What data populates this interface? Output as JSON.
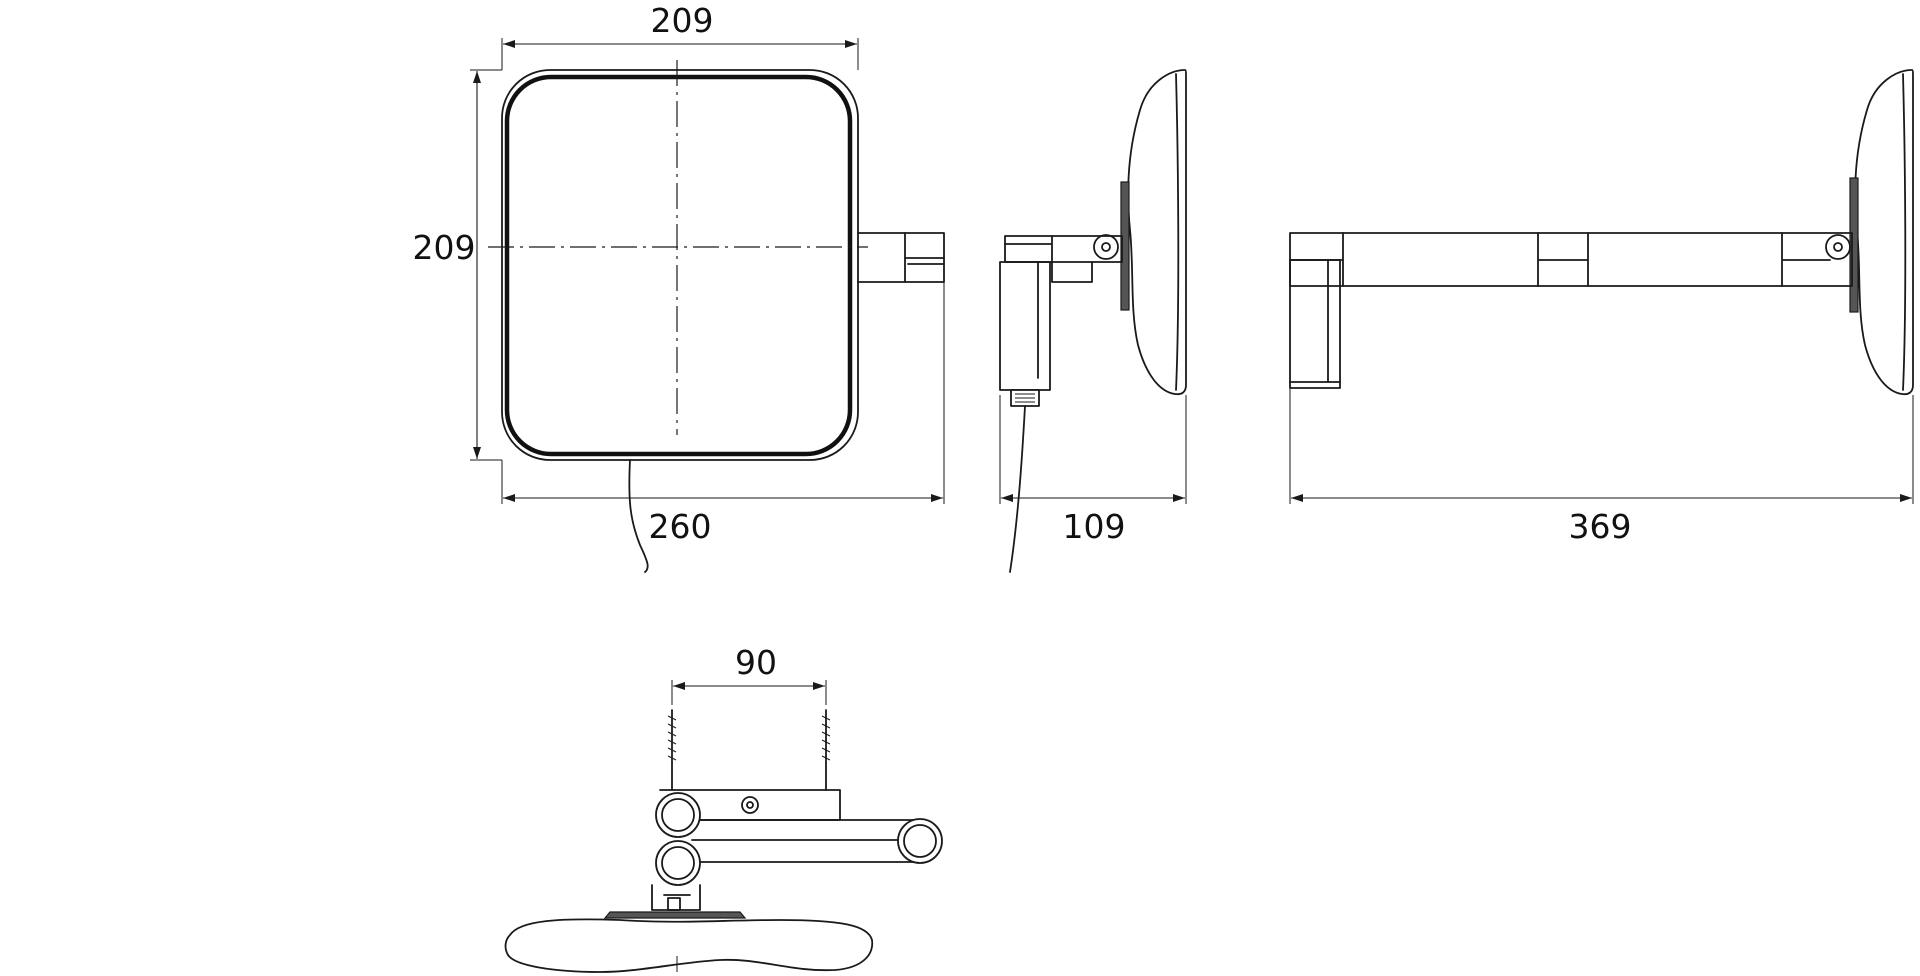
{
  "dimensions": {
    "front_width_top": "209",
    "front_height": "209",
    "front_total_width": "260",
    "side_depth": "109",
    "extended_length": "369",
    "mount_hole_spacing": "90"
  }
}
